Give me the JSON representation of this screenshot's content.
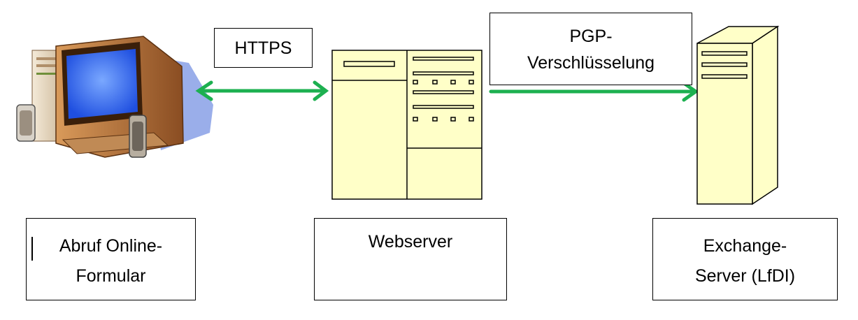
{
  "labels": {
    "https": "HTTPS",
    "pgp_line1": "PGP-",
    "pgp_line2": "Verschlüsselung",
    "client_line1": "Abruf Online-",
    "client_line2": "Formular",
    "webserver": "Webserver",
    "exchange_line1": "Exchange-",
    "exchange_line2": "Server (LfDI)"
  },
  "colors": {
    "arrow": "#1db050",
    "server_fill": "#ffffc8",
    "monitor_screen": "#3a6df0"
  },
  "icons": [
    "computer-icon",
    "webserver-icon",
    "tower-server-icon"
  ]
}
